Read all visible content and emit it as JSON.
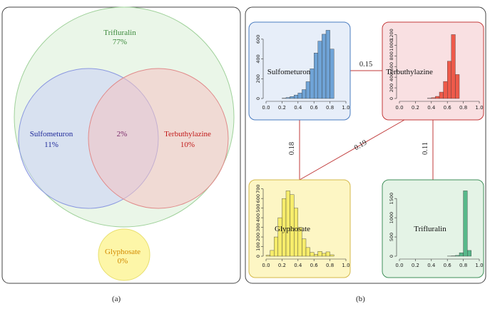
{
  "panel_a": {
    "caption": "(a)",
    "sets": [
      {
        "name": "Trifluralin",
        "value": "77%",
        "color": "#3c8a3c",
        "fill": "#eaf6e8",
        "stroke": "#9fd19a"
      },
      {
        "name": "Sulfometuron",
        "value": "11%",
        "color": "#1f2a9a",
        "fill": "#c9cff5",
        "stroke": "#8a97e0"
      },
      {
        "name": "Terbuthylazine",
        "value": "10%",
        "color": "#c21b1b",
        "fill": "#f4c2c2",
        "stroke": "#e08a8a"
      },
      {
        "name": "Glyphosate",
        "value": "0%",
        "color": "#d38a00",
        "fill": "#fdf6a8",
        "stroke": "#e8df6e"
      }
    ],
    "overlap_value": "2%",
    "overlap_color": "#7a2a6a"
  },
  "panel_b": {
    "caption": "(b)",
    "edge_color": "#c03a3a",
    "edges": [
      {
        "from": "Sulfometuron",
        "to": "Terbuthylazine",
        "label": "0.15"
      },
      {
        "from": "Sulfometuron",
        "to": "Glyphosate",
        "label": "0.18"
      },
      {
        "from": "Terbuthylazine",
        "to": "Glyphosate",
        "label": "0.19"
      },
      {
        "from": "Terbuthylazine",
        "to": "Trifluralin",
        "label": "0.11"
      }
    ]
  },
  "chart_data": [
    {
      "type": "bar",
      "title": "Sulfometuron",
      "bg": "#e7eef9",
      "border": "#4a7cc0",
      "bar_color": "#6fa3d6",
      "xticks": [
        "0.0",
        "0.2",
        "0.4",
        "0.6",
        "0.8",
        "1.0"
      ],
      "yticks": [
        "0",
        "200",
        "400",
        "600"
      ],
      "xlim": [
        0,
        1
      ],
      "ylim": [
        0,
        700
      ],
      "bins_start": 0.2,
      "bin_width": 0.05,
      "values": [
        3,
        10,
        20,
        35,
        55,
        90,
        170,
        300,
        460,
        580,
        650,
        690,
        500
      ]
    },
    {
      "type": "bar",
      "title": "Terbuthylazine",
      "bg": "#f9e0e2",
      "border": "#c33a3a",
      "bar_color": "#ee5a4a",
      "xticks": [
        "0.0",
        "0.2",
        "0.4",
        "0.6",
        "0.8",
        "1.0"
      ],
      "yticks": [
        "0",
        "200",
        "400",
        "600",
        "800",
        "1000",
        "1200"
      ],
      "xlim": [
        0,
        1
      ],
      "ylim": [
        0,
        1300
      ],
      "bins_start": 0.35,
      "bin_width": 0.05,
      "values": [
        5,
        15,
        40,
        120,
        320,
        700,
        1200,
        450
      ]
    },
    {
      "type": "bar",
      "title": "Glyphosate",
      "bg": "#fdf6c4",
      "border": "#d4b84a",
      "bar_color": "#f6ec6b",
      "xticks": [
        "0.0",
        "0.2",
        "0.4",
        "0.6",
        "0.8",
        "1.0"
      ],
      "yticks": [
        "0",
        "100",
        "200",
        "300",
        "400",
        "500",
        "600",
        "700"
      ],
      "xlim": [
        0,
        1
      ],
      "ylim": [
        0,
        720
      ],
      "bins_start": 0.0,
      "bin_width": 0.05,
      "values": [
        10,
        60,
        200,
        400,
        600,
        680,
        640,
        500,
        300,
        180,
        90,
        40,
        20,
        50,
        30,
        45,
        15
      ]
    },
    {
      "type": "bar",
      "title": "Trifluralin",
      "bg": "#e4f3e6",
      "border": "#3f8f5a",
      "bar_color": "#58b88a",
      "xticks": [
        "0.0",
        "0.2",
        "0.4",
        "0.6",
        "0.8",
        "1.0"
      ],
      "yticks": [
        "0",
        "500",
        "1000",
        "1500"
      ],
      "xlim": [
        0,
        1
      ],
      "ylim": [
        0,
        1800
      ],
      "bins_start": 0.6,
      "bin_width": 0.05,
      "values": [
        3,
        8,
        20,
        90,
        1700,
        150
      ]
    }
  ]
}
